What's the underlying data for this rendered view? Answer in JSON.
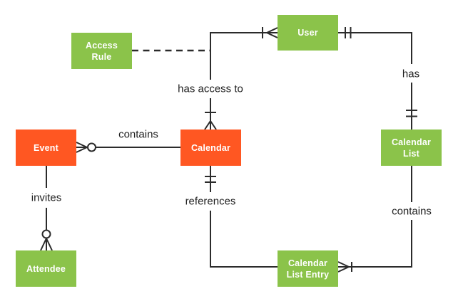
{
  "diagram_type": "entity-relationship",
  "colors": {
    "background": "#ffffff",
    "entity_primary": "#ff5722",
    "entity_secondary": "#8bc34a",
    "entity_text": "#ffffff",
    "connector": "#2b2b2b",
    "label_text": "#1f1f1f"
  },
  "entities": [
    {
      "id": "access-rule",
      "label": "Access Rule",
      "variant": "secondary"
    },
    {
      "id": "user",
      "label": "User",
      "variant": "secondary"
    },
    {
      "id": "event",
      "label": "Event",
      "variant": "primary"
    },
    {
      "id": "calendar",
      "label": "Calendar",
      "variant": "primary"
    },
    {
      "id": "calendar-list",
      "label": "Calendar List",
      "variant": "secondary"
    },
    {
      "id": "attendee",
      "label": "Attendee",
      "variant": "secondary"
    },
    {
      "id": "calendar-list-entry",
      "label": "Calendar List Entry",
      "variant": "secondary"
    }
  ],
  "relationships": [
    {
      "label": "contains",
      "from": "calendar",
      "to": "event",
      "from_marker": "none",
      "to_marker": "zero-or-many"
    },
    {
      "label": "has access to",
      "from": "calendar",
      "to": "user",
      "from_marker": "one-or-many",
      "to_marker": "one-or-many"
    },
    {
      "label": "has",
      "from": "user",
      "to": "calendar-list",
      "from_marker": "one-and-only-one",
      "to_marker": "one-and-only-one"
    },
    {
      "label": "contains",
      "from": "calendar-list",
      "to": "calendar-list-entry",
      "from_marker": "none",
      "to_marker": "one-or-many"
    },
    {
      "label": "references",
      "from": "calendar-list-entry",
      "to": "calendar",
      "from_marker": "none",
      "to_marker": "one-and-only-one"
    },
    {
      "label": "invites",
      "from": "event",
      "to": "attendee",
      "from_marker": "none",
      "to_marker": "zero-or-many"
    }
  ],
  "dashed_link": {
    "from": "access-rule",
    "to": "relationship:has access to",
    "style": "dashed"
  }
}
